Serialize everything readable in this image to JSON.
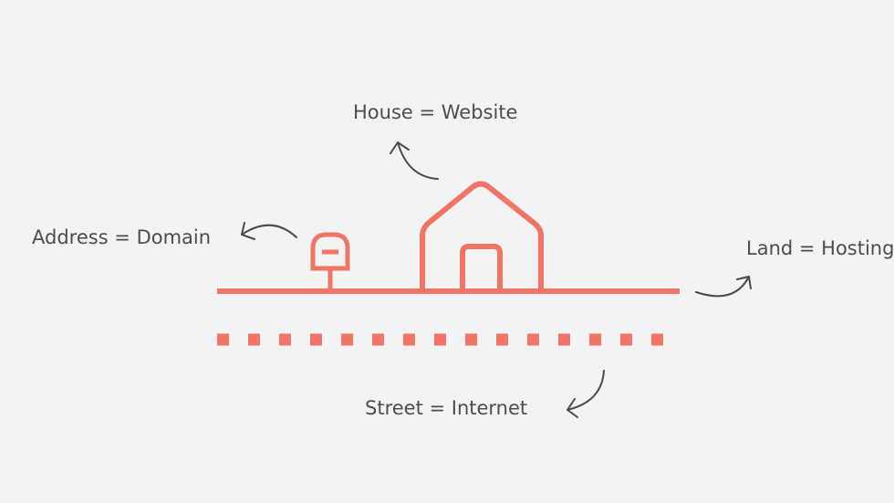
{
  "labels": {
    "house": "House = Website",
    "address": "Address = Domain",
    "land": "Land = Hosting",
    "street": "Street = Internet"
  },
  "colors": {
    "background": "#f4f3f3",
    "accent": "#f27466",
    "text": "#4d4d4d",
    "arrow": "#4a4a4a"
  },
  "icons": [
    "house-icon",
    "mailbox-icon",
    "curved-arrow-icon"
  ]
}
